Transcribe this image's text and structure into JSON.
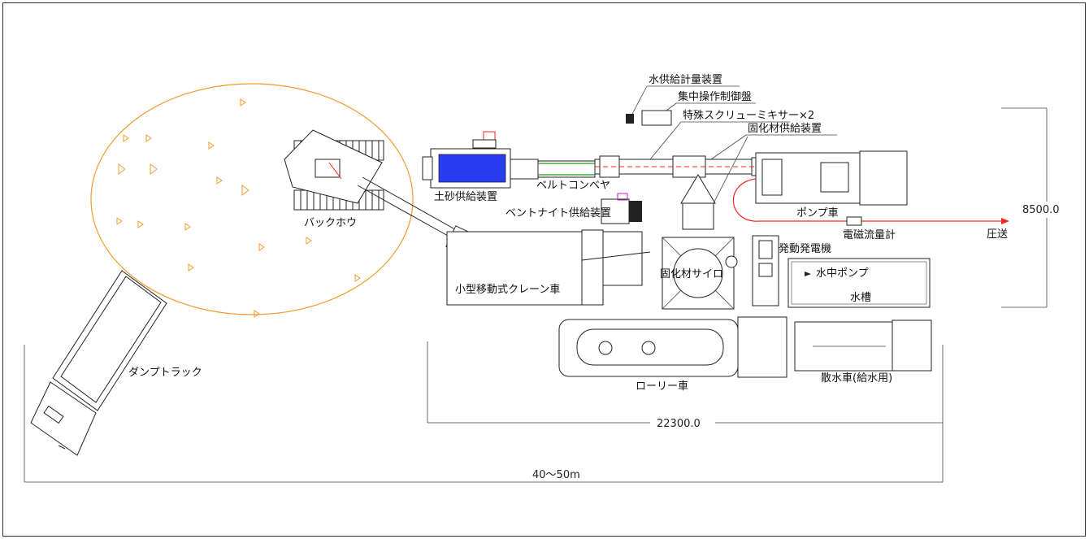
{
  "diagram": {
    "labels": {
      "water_meter": "水供給計量装置",
      "central_panel": "集中操作制御盤",
      "screw_mixer": "特殊スクリューミキサー×2",
      "solidifier_feeder": "固化材供給装置",
      "soil_feeder": "土砂供給装置",
      "belt_conveyor": "ベルトコンベヤ",
      "bentonite_feeder": "ベントナイト供給装置",
      "backhoe": "バックホウ",
      "pump_truck": "ポンプ車",
      "flowmeter": "電磁流量計",
      "pressure_feed": "圧送",
      "generator": "発動発電機",
      "submersible_pump": "水中ポンプ",
      "water_tank": "水槽",
      "solidifier_silo": "固化材サイロ",
      "crane_truck": "小型移動式クレーン車",
      "lorry": "ローリー車",
      "sprinkler_truck": "散水車(給水用)",
      "dump_truck": "ダンプトラック"
    },
    "dimensions": {
      "height": "8500.0",
      "width": "22300.0",
      "range": "40〜50m"
    },
    "colors": {
      "stockpile": "#f39a2c",
      "hopper": "#2a3cf0",
      "flow_line": "#ff2020",
      "conveyor": "#1aa51a",
      "bentonite": "#c21fc2"
    }
  }
}
